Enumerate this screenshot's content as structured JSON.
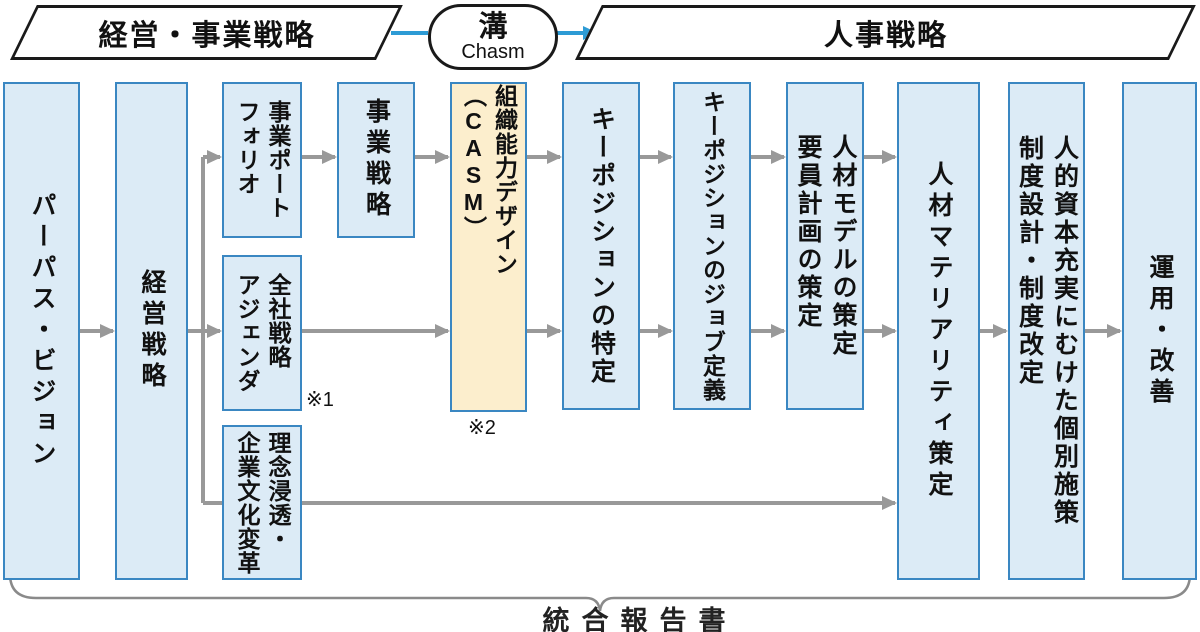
{
  "header": {
    "left_title": "経営・事業戦略",
    "chasm_jp": "溝",
    "chasm_en": "Chasm",
    "right_title": "人事戦略"
  },
  "boxes": [
    {
      "label": "パーパス・ビジョン"
    },
    {
      "label": "経営戦略"
    },
    {
      "label": "事業ポート\nフォリオ"
    },
    {
      "label": "全社戦略\nアジェンダ"
    },
    {
      "label": "理念浸透・\n企業文化変革"
    },
    {
      "label": "事業戦略"
    },
    {
      "label": "組織能力デザイン（CASM）"
    },
    {
      "label": "キーポジションの特定"
    },
    {
      "label": "キーポジションのジョブ定義"
    },
    {
      "label": "人材モデルの策定\n要員計画の策定"
    },
    {
      "label": "人材マテリアリティ策定"
    },
    {
      "label": "人的資本充実にむけた個別施策\n制度設計・制度改定"
    },
    {
      "label": "運用・改善"
    }
  ],
  "footnotes": {
    "note1": "※1",
    "note2": "※2"
  },
  "footer": {
    "label": "統合報告書"
  },
  "colors": {
    "box_fill": "#dcebf6",
    "box_border": "#3a87c2",
    "highlight_fill": "#fceecd",
    "arrow_gray": "#999999",
    "arrow_blue": "#2d9bd5",
    "outline_black": "#1a1a1a"
  }
}
